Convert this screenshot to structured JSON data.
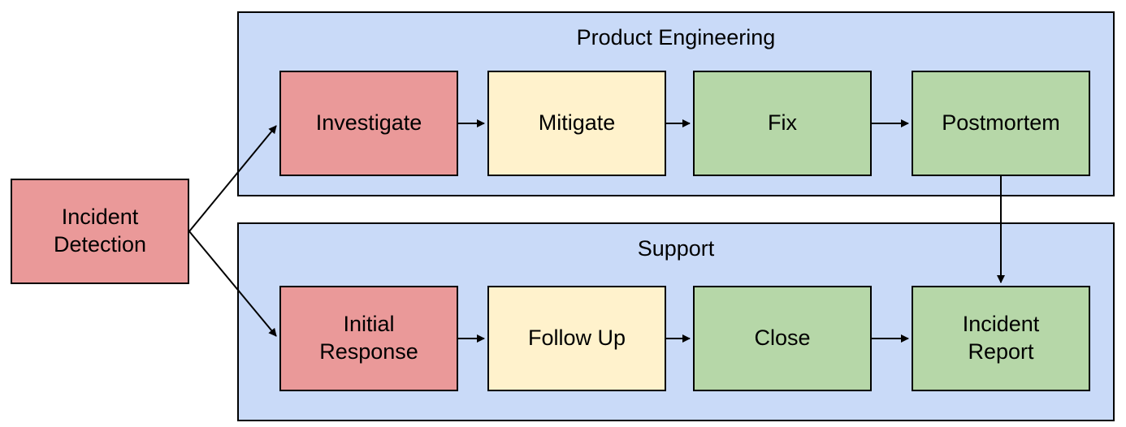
{
  "colors": {
    "background": "#FFFFFF",
    "lane_fill": "#C9DAF8",
    "stroke": "#000000",
    "red": "#EA9999",
    "yellow": "#FFF2CC",
    "green": "#B6D7A8"
  },
  "start": {
    "id": "incident-detection",
    "label": "Incident\nDetection",
    "fill": "#EA9999"
  },
  "lanes": [
    {
      "title": "Product Engineering",
      "steps": [
        {
          "id": "investigate",
          "label": "Investigate",
          "fill": "#EA9999"
        },
        {
          "id": "mitigate",
          "label": "Mitigate",
          "fill": "#FFF2CC"
        },
        {
          "id": "fix",
          "label": "Fix",
          "fill": "#B6D7A8"
        },
        {
          "id": "postmortem",
          "label": "Postmortem",
          "fill": "#B6D7A8"
        }
      ]
    },
    {
      "title": "Support",
      "steps": [
        {
          "id": "initial-response",
          "label": "Initial\nResponse",
          "fill": "#EA9999"
        },
        {
          "id": "follow-up",
          "label": "Follow Up",
          "fill": "#FFF2CC"
        },
        {
          "id": "close",
          "label": "Close",
          "fill": "#B6D7A8"
        },
        {
          "id": "incident-report",
          "label": "Incident\nReport",
          "fill": "#B6D7A8"
        }
      ]
    }
  ],
  "edges": [
    {
      "from": "incident-detection",
      "to": "investigate"
    },
    {
      "from": "incident-detection",
      "to": "initial-response"
    },
    {
      "from": "investigate",
      "to": "mitigate"
    },
    {
      "from": "mitigate",
      "to": "fix"
    },
    {
      "from": "fix",
      "to": "postmortem"
    },
    {
      "from": "postmortem",
      "to": "incident-report"
    },
    {
      "from": "initial-response",
      "to": "follow-up"
    },
    {
      "from": "follow-up",
      "to": "close"
    },
    {
      "from": "close",
      "to": "incident-report"
    }
  ]
}
